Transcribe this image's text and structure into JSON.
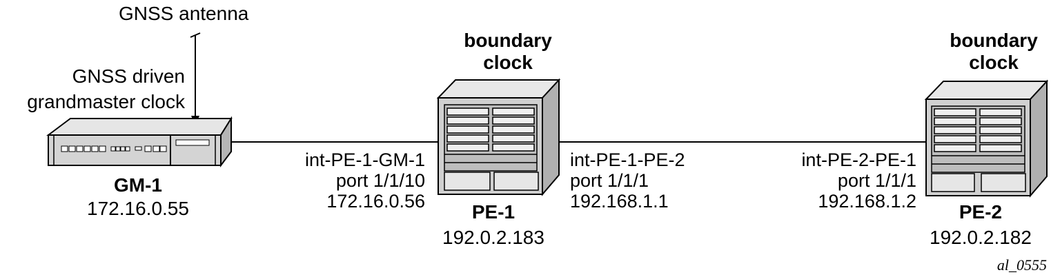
{
  "antenna": {
    "label": "GNSS antenna"
  },
  "grandmaster": {
    "caption_line1": "GNSS driven",
    "caption_line2": "grandmaster clock",
    "name": "GM-1",
    "ip": "172.16.0.55"
  },
  "pe1": {
    "role_line1": "boundary",
    "role_line2": "clock",
    "name": "PE-1",
    "ip": "192.0.2.183",
    "left_interface": {
      "name": "int-PE-1-GM-1",
      "port": "port 1/1/10",
      "ip": "172.16.0.56"
    },
    "right_interface": {
      "name": "int-PE-1-PE-2",
      "port": "port 1/1/1",
      "ip": "192.168.1.1"
    }
  },
  "pe2": {
    "role_line1": "boundary",
    "role_line2": "clock",
    "name": "PE-2",
    "ip": "192.0.2.182",
    "left_interface": {
      "name": "int-PE-2-PE-1",
      "port": "port 1/1/1",
      "ip": "192.168.1.2"
    }
  },
  "figure_id": "al_0555",
  "colors": {
    "device_fill": "#d9d9d9",
    "device_face": "#c8c8c8",
    "slot_fill": "#e6e6e6",
    "stroke": "#000000"
  }
}
